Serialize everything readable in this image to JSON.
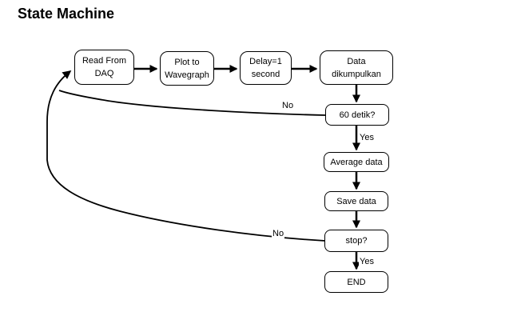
{
  "title": "State Machine",
  "flowchart": {
    "nodes": [
      {
        "id": "read-from-daq",
        "label": "Read From\nDAQ"
      },
      {
        "id": "plot-to-wavegraph",
        "label": "Plot to\nWavegraph"
      },
      {
        "id": "delay-1-second",
        "label": "Delay=1\nsecond"
      },
      {
        "id": "data-dikumpulkan",
        "label": "Data\ndikumpulkan"
      },
      {
        "id": "60-detik",
        "label": "60 detik?"
      },
      {
        "id": "average-data",
        "label": "Average data"
      },
      {
        "id": "save-data",
        "label": "Save data"
      },
      {
        "id": "stop",
        "label": "stop?"
      },
      {
        "id": "end",
        "label": "END"
      }
    ],
    "edges": [
      {
        "from": "read-from-daq",
        "to": "plot-to-wavegraph",
        "label": ""
      },
      {
        "from": "plot-to-wavegraph",
        "to": "delay-1-second",
        "label": ""
      },
      {
        "from": "delay-1-second",
        "to": "data-dikumpulkan",
        "label": ""
      },
      {
        "from": "data-dikumpulkan",
        "to": "60-detik",
        "label": ""
      },
      {
        "from": "60-detik",
        "to": "average-data",
        "label": "Yes"
      },
      {
        "from": "60-detik",
        "to": "read-from-daq",
        "label": "No"
      },
      {
        "from": "average-data",
        "to": "save-data",
        "label": ""
      },
      {
        "from": "save-data",
        "to": "stop",
        "label": ""
      },
      {
        "from": "stop",
        "to": "end",
        "label": "Yes"
      },
      {
        "from": "stop",
        "to": "read-from-daq",
        "label": "No"
      }
    ],
    "edge_labels": {
      "detik_no": "No",
      "detik_yes": "Yes",
      "stop_no": "No",
      "stop_yes": "Yes"
    }
  },
  "colors": {
    "line": "#000000",
    "box_fill": "#ffffff",
    "text": "#000000",
    "background": "#ffffff"
  }
}
